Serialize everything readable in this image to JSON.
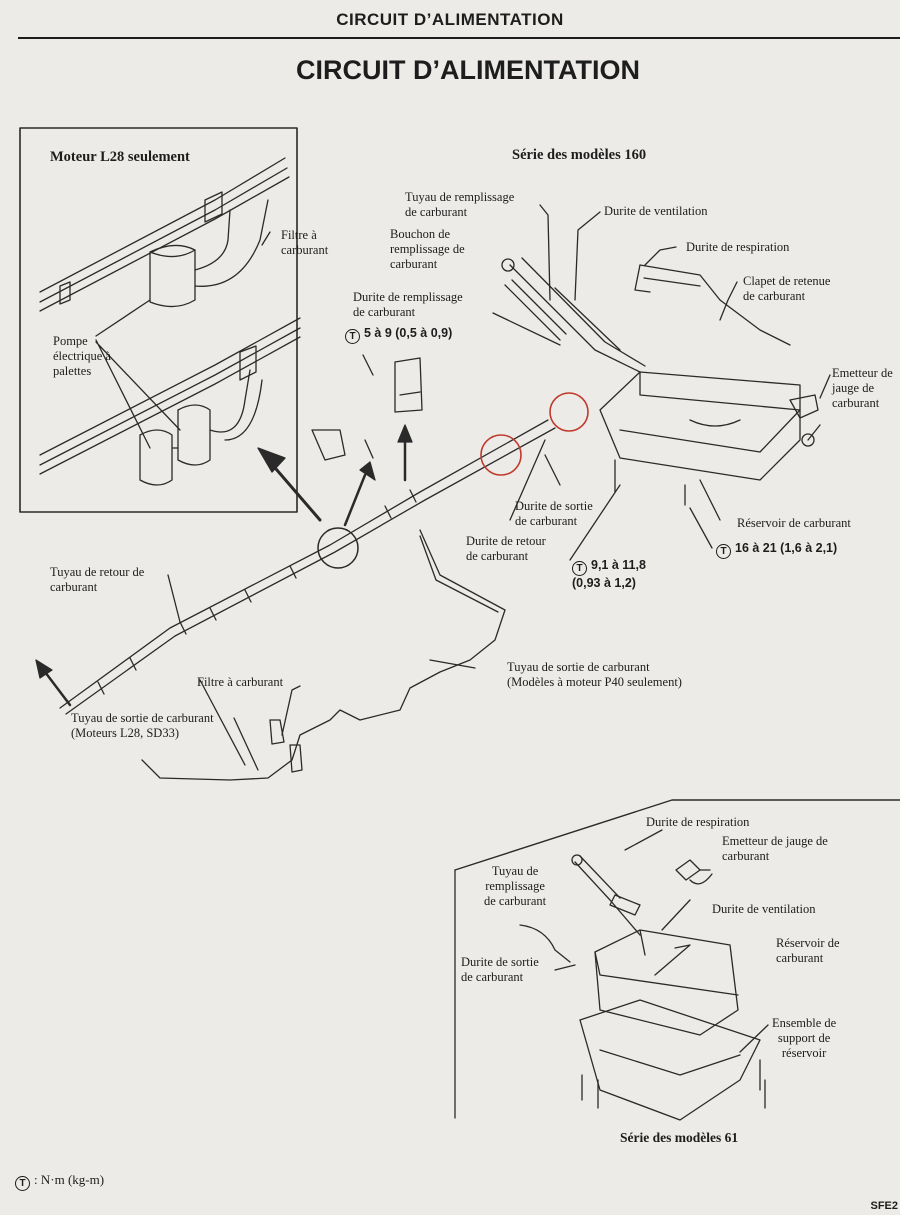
{
  "header": "CIRCUIT D’ALIMENTATION",
  "title": "CIRCUIT D’ALIMENTATION",
  "inset": {
    "heading": "Moteur L28 seulement",
    "filter_label": "Filtre à\ncarburant",
    "pump_label": "Pompe\nélectrique à\npalettes"
  },
  "series160": {
    "heading": "Série des modèles 160",
    "filler_tube": "Tuyau de remplissage\nde carburant",
    "vent_hose": "Durite de ventilation",
    "filler_cap": "Bouchon de\nremplissage de\ncarburant",
    "breather_hose": "Durite de respiration",
    "check_valve": "Clapet de retenue\nde carburant",
    "filler_hose": "Durite de remplissage\nde carburant",
    "gauge_unit": "Emetteur de\njauge de\ncarburant",
    "outlet_hose": "Durite de sortie\nde carburant",
    "return_hose": "Durite de retour\nde carburant",
    "tank": "Réservoir de carburant"
  },
  "torques": {
    "t1": "5 à 9 (0,5 à 0,9)",
    "t2": "9,1 à 11,8\n(0,93 à 1,2)",
    "t3": "16 à 21 (1,6 à 2,1)"
  },
  "lines": {
    "return_tube": "Tuyau de retour de\ncarburant",
    "outlet_tube_l28": "Tuyau de sortie de carburant\n(Moteurs L28, SD33)",
    "filter": "Filtre à carburant",
    "outlet_tube_p40": "Tuyau de sortie de carburant\n(Modèles à moteur P40 seulement)"
  },
  "series61": {
    "heading": "Série des modèles 61",
    "breather_hose": "Durite de respiration",
    "gauge_unit": "Emetteur de jauge de\ncarburant",
    "filler_tube": "Tuyau de\nremplissage\nde carburant",
    "vent_hose": "Durite de ventilation",
    "tank": "Réservoir de\ncarburant",
    "outlet_hose": "Durite de sortie\nde carburant",
    "support": "Ensemble de\nsupport de\nréservoir"
  },
  "legend": ": N·m (kg-m)",
  "torque_symbol": "T",
  "page_code": "SFE2"
}
